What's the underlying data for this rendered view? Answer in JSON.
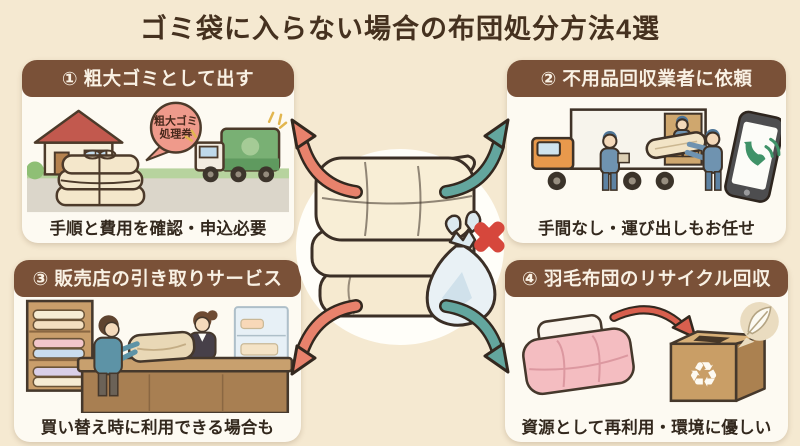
{
  "title": "ゴミ袋に入らない場合の布団処分方法4選",
  "colors": {
    "background": "#f5e9d1",
    "panel_bg": "#fdfaf2",
    "header_bg": "#7a5138",
    "header_text": "#f9f1e4",
    "title_text": "#45311f",
    "caption_text": "#33281d",
    "arrow_salmon": "#e8826c",
    "arrow_teal": "#63a69e",
    "x_mark_red": "#d6473c"
  },
  "center": {
    "futon_icon": "folded-futon",
    "trash_bag_icon": "plastic-trash-bag",
    "x_mark": "✕"
  },
  "panels": [
    {
      "header": "① 粗大ゴミとして出す",
      "caption": "手順と費用を確認・申込必要",
      "bubble_line1": "粗大ゴミ",
      "bubble_line2": "処理券"
    },
    {
      "header": "② 不用品回収業者に依頼",
      "caption": "手間なし・運び出しもお任せ"
    },
    {
      "header": "③ 販売店の引き取りサービス",
      "caption": "買い替え時に利用できる場合も"
    },
    {
      "header": "④ 羽毛布団のリサイクル回収",
      "caption": "資源として再利用・環境に優しい",
      "recycle_glyph": "♻"
    }
  ]
}
